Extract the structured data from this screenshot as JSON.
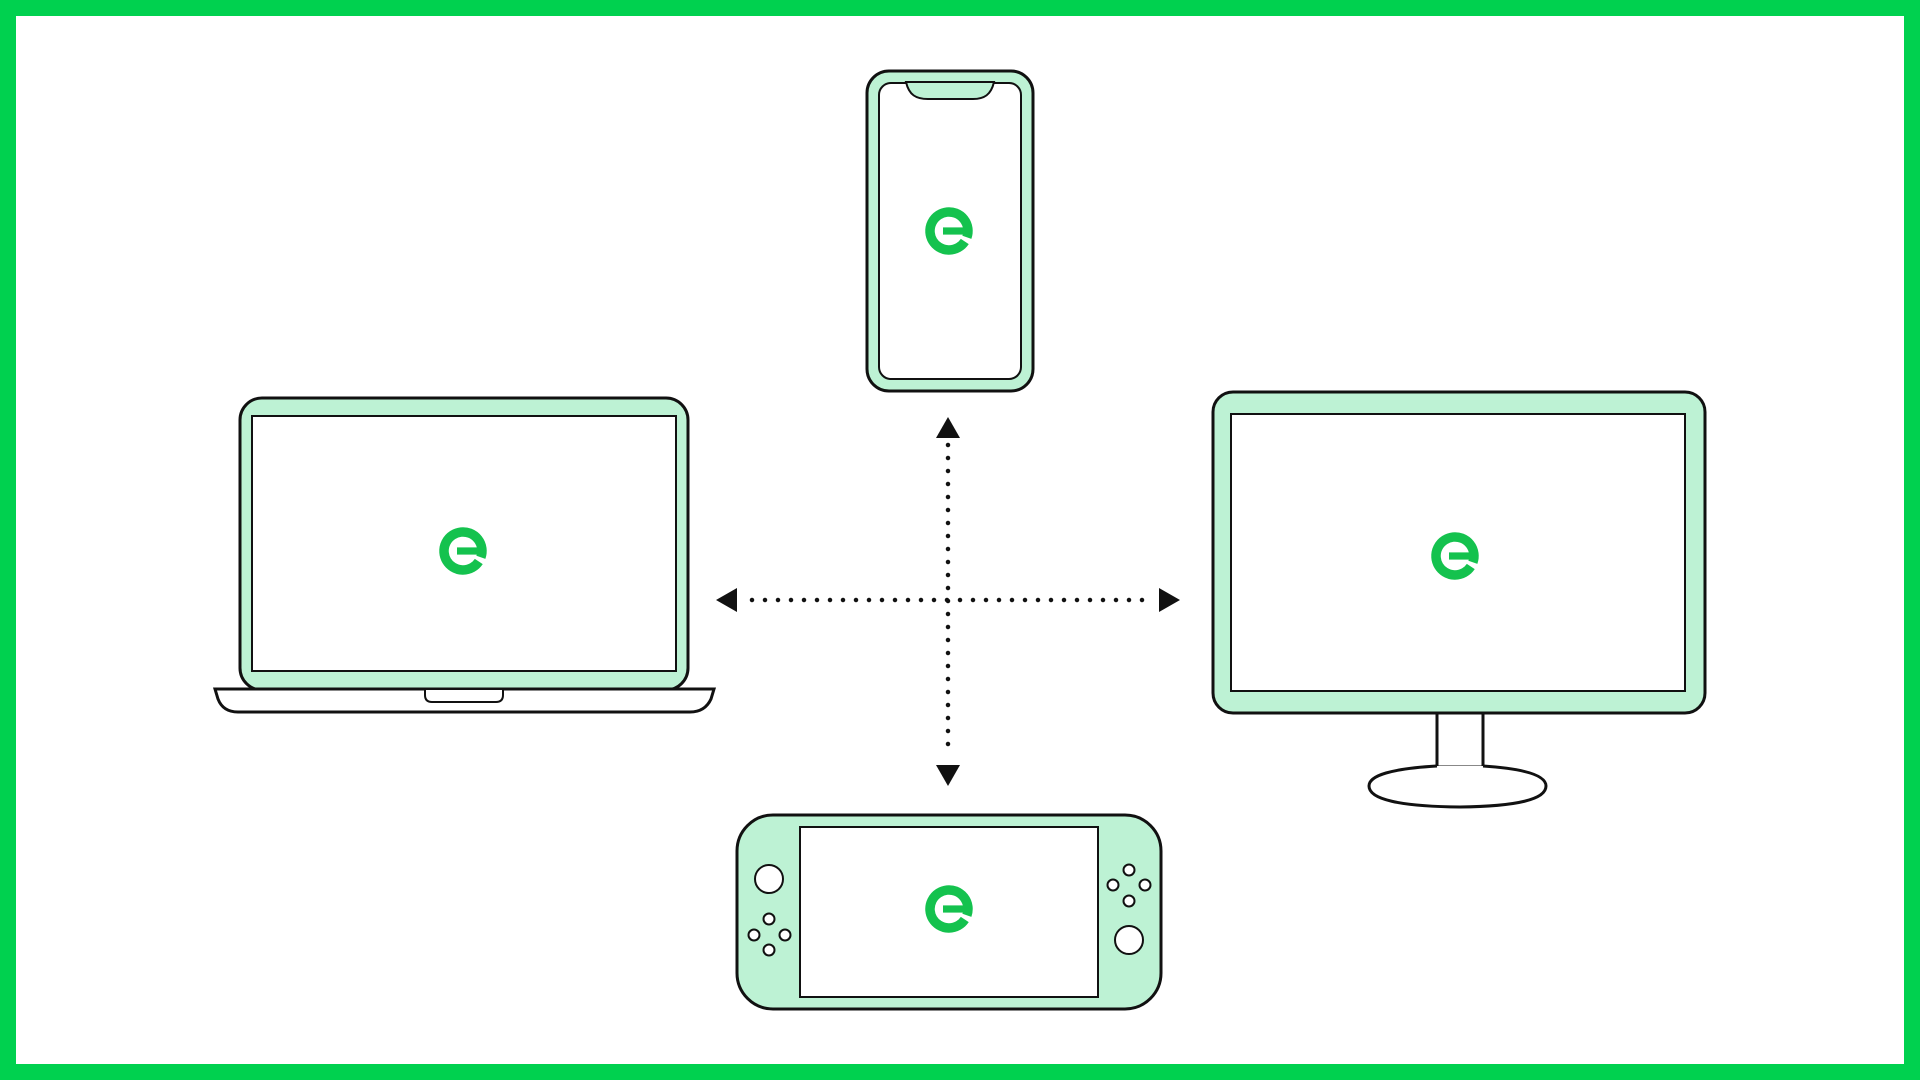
{
  "colors": {
    "frame": "#00d14f",
    "device_fill": "#bdf2d4",
    "screen_fill": "#ffffff",
    "outline": "#111111",
    "logo": "#14c24e",
    "connector": "#111111"
  },
  "icons": {
    "logo": "e-logo-icon",
    "arrow": "triangle-arrow-icon"
  },
  "devices": [
    "phone",
    "laptop",
    "monitor",
    "handheld-console"
  ]
}
